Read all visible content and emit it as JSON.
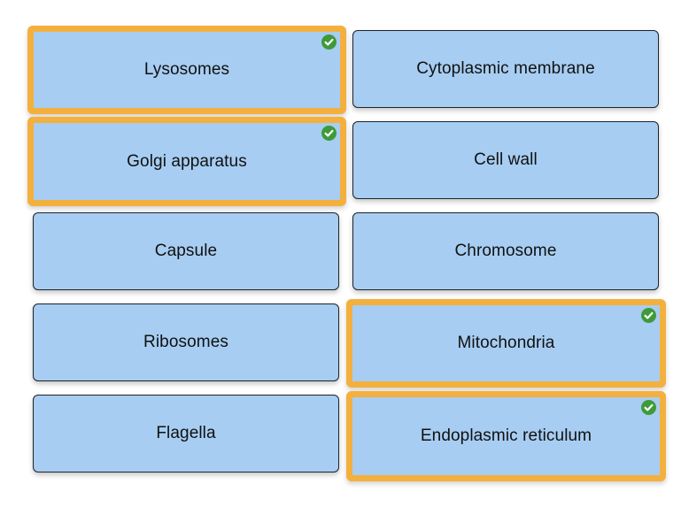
{
  "tiles": [
    {
      "label": "Lysosomes",
      "selected": true
    },
    {
      "label": "Cytoplasmic membrane",
      "selected": false
    },
    {
      "label": "Golgi apparatus",
      "selected": true
    },
    {
      "label": "Cell wall",
      "selected": false
    },
    {
      "label": "Capsule",
      "selected": false
    },
    {
      "label": "Chromosome",
      "selected": false
    },
    {
      "label": "Ribosomes",
      "selected": false
    },
    {
      "label": "Mitochondria",
      "selected": true
    },
    {
      "label": "Flagella",
      "selected": false
    },
    {
      "label": "Endoplasmic reticulum",
      "selected": true
    }
  ],
  "colors": {
    "tile_fill": "#a7cdf2",
    "selected_border": "#f4b03e",
    "check_fill": "#3f9a3a"
  },
  "icons": {
    "selected_marker": "check-circle-icon"
  }
}
